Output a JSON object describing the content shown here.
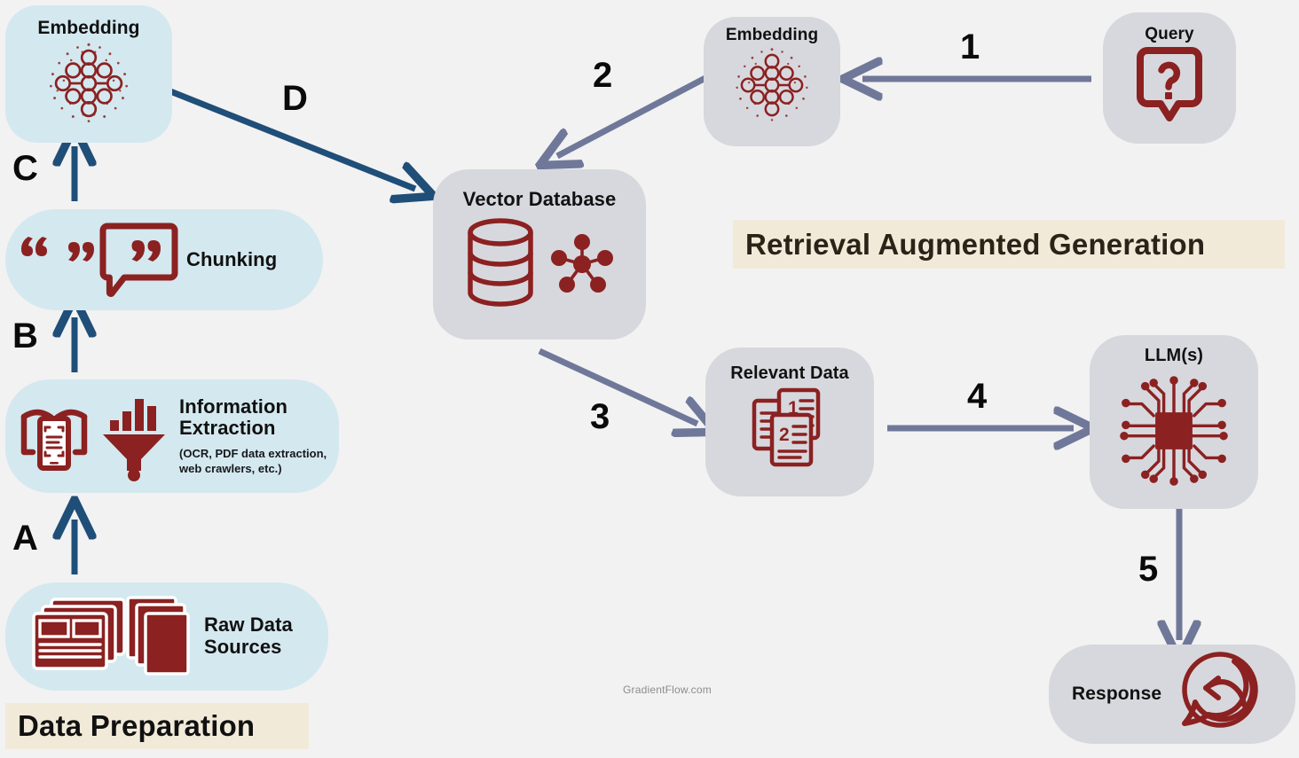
{
  "diagram": {
    "title": "Retrieval Augmented Generation",
    "section_label": "Data Preparation",
    "watermark": "GradientFlow.com",
    "background_color": "#f2f2f2",
    "prep_node_color": "#d4e8ef",
    "rag_node_color": "#d7d8dd",
    "icon_color": "#8b2121",
    "prep_arrow_color": "#1f4e79",
    "rag_arrow_color": "#70789a",
    "banner_color": "#f2ead9"
  },
  "nodes": [
    {
      "id": "embedding-prep",
      "label": "Embedding",
      "sublabel": "",
      "icon": "neural-network-icon",
      "group": "data-preparation",
      "color": "#d4e8ef"
    },
    {
      "id": "chunking",
      "label": "Chunking",
      "sublabel": "",
      "icon": "quotation-marks-icon",
      "group": "data-preparation",
      "color": "#d4e8ef"
    },
    {
      "id": "information-extraction",
      "label": "Information\nExtraction",
      "sublabel": "(OCR, PDF data extraction,\nweb crawlers, etc.)",
      "icon": "document-scan-funnel-icon",
      "group": "data-preparation",
      "color": "#d4e8ef"
    },
    {
      "id": "raw-data-sources",
      "label": "Raw Data\nSources",
      "sublabel": "",
      "icon": "stacked-documents-icon",
      "group": "data-preparation",
      "color": "#d4e8ef"
    },
    {
      "id": "vector-database",
      "label": "Vector Database",
      "sublabel": "",
      "icon": "database-cylinder-nodes-icon",
      "group": "rag",
      "color": "#d7d8dd"
    },
    {
      "id": "embedding-query",
      "label": "Embedding",
      "sublabel": "",
      "icon": "neural-network-icon",
      "group": "rag",
      "color": "#d7d8dd"
    },
    {
      "id": "query",
      "label": "Query",
      "sublabel": "",
      "icon": "question-bubble-icon",
      "group": "rag",
      "color": "#d7d8dd"
    },
    {
      "id": "relevant-data",
      "label": "Relevant Data",
      "sublabel": "",
      "icon": "numbered-documents-icon",
      "group": "rag",
      "color": "#d7d8dd"
    },
    {
      "id": "llms",
      "label": "LLM(s)",
      "sublabel": "",
      "icon": "cpu-chip-icon",
      "group": "rag",
      "color": "#d7d8dd"
    },
    {
      "id": "response",
      "label": "Response",
      "sublabel": "",
      "icon": "reply-bubble-icon",
      "group": "rag",
      "color": "#d7d8dd"
    }
  ],
  "edges": [
    {
      "id": "edge-a",
      "label": "A",
      "from": "raw-data-sources",
      "to": "information-extraction",
      "color": "#1f4e79"
    },
    {
      "id": "edge-b",
      "label": "B",
      "from": "information-extraction",
      "to": "chunking",
      "color": "#1f4e79"
    },
    {
      "id": "edge-c",
      "label": "C",
      "from": "chunking",
      "to": "embedding-prep",
      "color": "#1f4e79"
    },
    {
      "id": "edge-d",
      "label": "D",
      "from": "embedding-prep",
      "to": "vector-database",
      "color": "#1f4e79"
    },
    {
      "id": "edge-1",
      "label": "1",
      "from": "query",
      "to": "embedding-query",
      "color": "#70789a"
    },
    {
      "id": "edge-2",
      "label": "2",
      "from": "embedding-query",
      "to": "vector-database",
      "color": "#70789a"
    },
    {
      "id": "edge-3",
      "label": "3",
      "from": "vector-database",
      "to": "relevant-data",
      "color": "#70789a"
    },
    {
      "id": "edge-4",
      "label": "4",
      "from": "relevant-data",
      "to": "llms",
      "color": "#70789a"
    },
    {
      "id": "edge-5",
      "label": "5",
      "from": "llms",
      "to": "response",
      "color": "#70789a"
    }
  ],
  "numbers": {
    "a": "A",
    "b": "B",
    "c": "C",
    "d": "D",
    "one": "1",
    "two": "2",
    "three": "3",
    "four": "4",
    "five": "5"
  }
}
